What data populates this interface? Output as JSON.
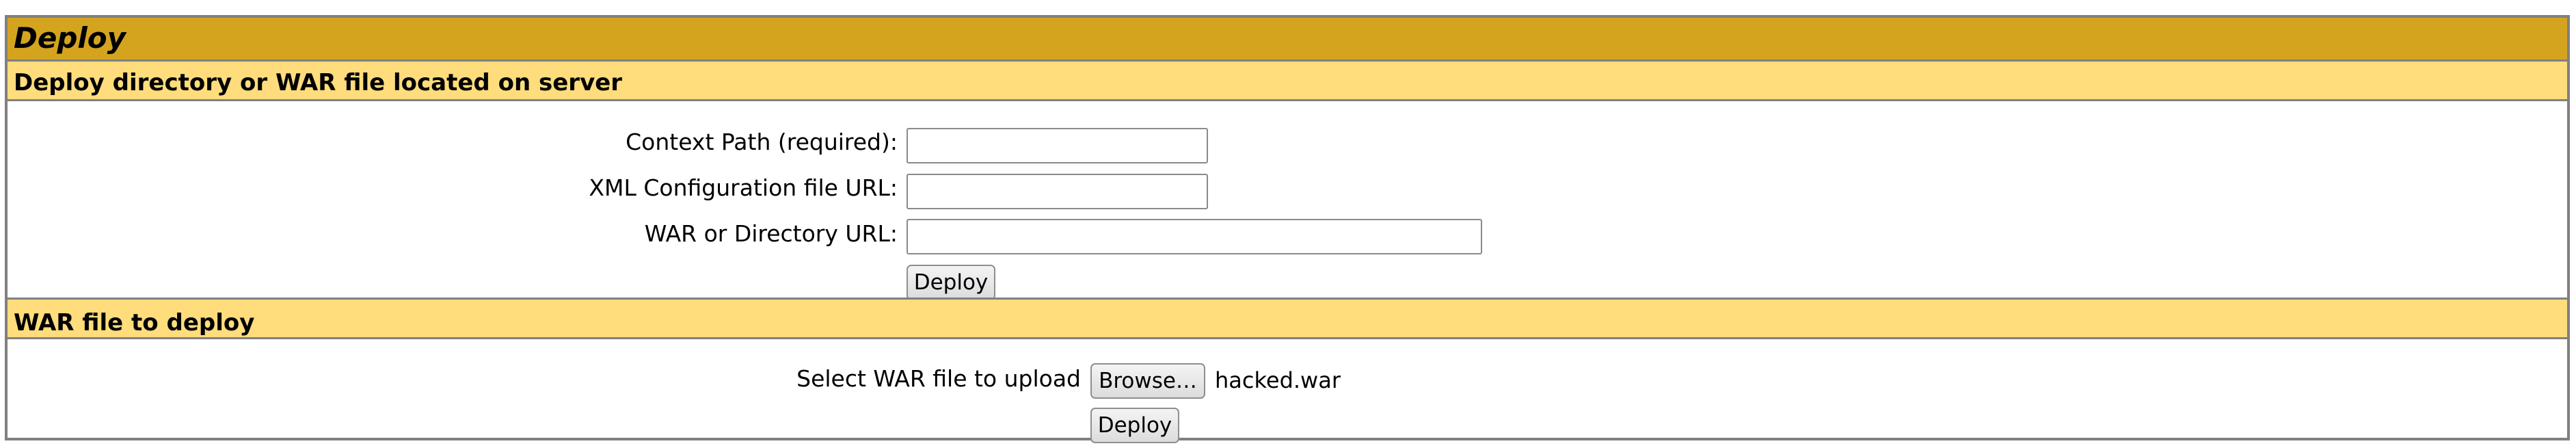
{
  "panel": {
    "title": "Deploy"
  },
  "server_deploy": {
    "header": "Deploy directory or WAR file located on server",
    "context_path_label": "Context Path (required):",
    "context_path_value": "",
    "xml_config_label": "XML Configuration file URL:",
    "xml_config_value": "",
    "war_url_label": "WAR or Directory URL:",
    "war_url_value": "",
    "deploy_button": "Deploy"
  },
  "war_upload": {
    "header": "WAR file to deploy",
    "select_label": "Select WAR file to upload",
    "browse_button": "Browse…",
    "selected_file": "hacked.war",
    "deploy_button": "Deploy"
  },
  "colors": {
    "title_bar": "#d4a41f",
    "section_header": "#ffdc7c",
    "border": "#808080"
  }
}
